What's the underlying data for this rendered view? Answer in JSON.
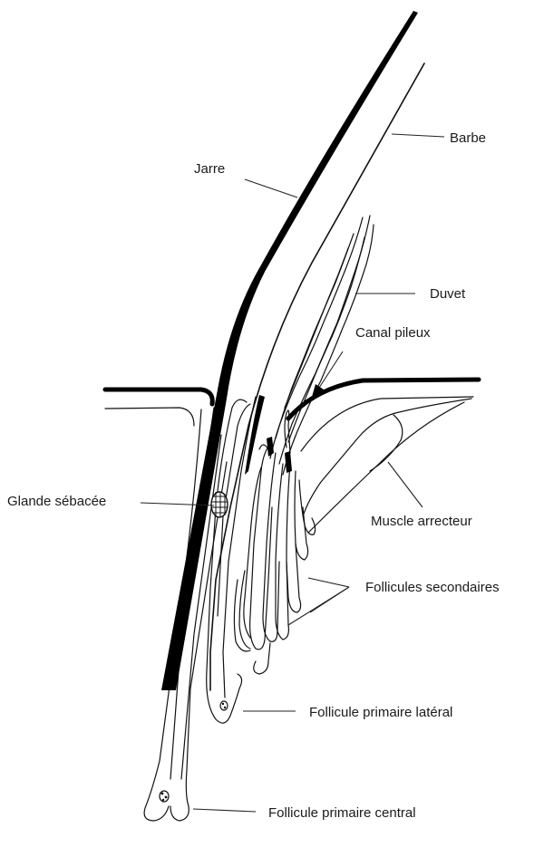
{
  "labels": {
    "barbe": "Barbe",
    "jarre": "Jarre",
    "duvet": "Duvet",
    "canal": "Canal pileux",
    "glande": "Glande sébacée",
    "muscle": "Muscle arrecteur",
    "secondaires": "Follicules secondaires",
    "lateral": "Follicule primaire latéral",
    "central": "Follicule primaire central"
  }
}
